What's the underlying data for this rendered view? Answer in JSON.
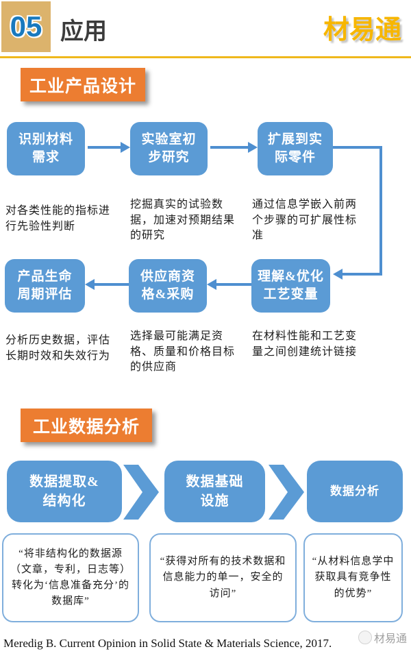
{
  "header": {
    "number": "05",
    "title": "应用",
    "brand": "材易通"
  },
  "section1": {
    "title": "工业产品设计",
    "row1": [
      {
        "label": "识别材料\n需求",
        "desc": "对各类性能的指标进行先验性判断"
      },
      {
        "label": "实验室初\n步研究",
        "desc": "挖掘真实的试验数据，加速对预期结果的研究"
      },
      {
        "label": "扩展到实\n际零件",
        "desc": "通过信息学嵌入前两个步骤的可扩展性标准"
      }
    ],
    "row2": [
      {
        "label": "产品生命\n周期评估",
        "desc": "分析历史数据，评估长期时效和失效行为"
      },
      {
        "label": "供应商资\n格&采购",
        "desc": "选择最可能满足资格、质量和价格目标的供应商"
      },
      {
        "label": "理解&优化\n工艺变量",
        "desc": "在材料性能和工艺变量之间创建统计链接"
      }
    ]
  },
  "section2": {
    "title": "工业数据分析",
    "steps": [
      {
        "label": "数据提取&\n结构化",
        "quote": "“将非结构化的数据源（文章，专利，日志等）转化为‘信息准备充分’的数据库”"
      },
      {
        "label": "数据基础\n设施",
        "quote": "“获得对所有的技术数据和信息能力的单一，安全的访问”"
      },
      {
        "label": "数据分析",
        "quote": "“从材料信息学中获取具有竞争性的优势”"
      }
    ]
  },
  "footer": {
    "citation": "Meredig B. Current Opinion in Solid State & Materials Science, 2017.",
    "watermark": "材易通"
  },
  "colors": {
    "box_blue": "#5b9bd5",
    "arrow_blue": "#4e8fd0",
    "section_orange": "#ec7d31",
    "header_tan": "#dcb36c",
    "number_blue": "#1879be",
    "brand_gold": "#f7b600",
    "divider_gold": "#efb81c",
    "quote_border": "#7faedc"
  }
}
